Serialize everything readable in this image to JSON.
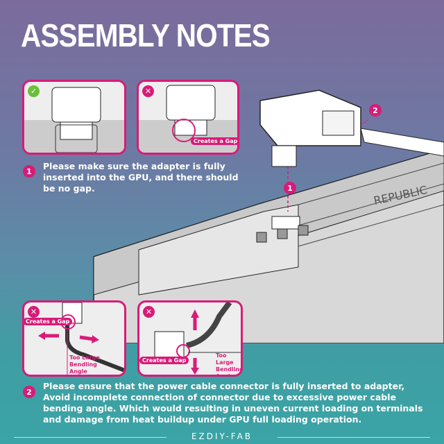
{
  "title": "ASSEMBLY NOTES",
  "panels_top": [
    {
      "status": "correct",
      "icon": "check-icon"
    },
    {
      "status": "incorrect",
      "icon": "x-icon",
      "tag": "Creates a Gap"
    }
  ],
  "step1": {
    "number": "1",
    "text": "Please make sure the adapter is fully inserted into the GPU, and there should be no gap."
  },
  "diagram": {
    "callout1": "1",
    "callout2": "2"
  },
  "panels_bottom": [
    {
      "status": "incorrect",
      "tag": "Creates a Gap",
      "angle_label": "Too Large Bendling Angle"
    },
    {
      "status": "incorrect",
      "tag": "Creates a Gap",
      "angle_label": "Too Large Bendling Angle"
    }
  ],
  "step2": {
    "number": "2",
    "text": "Please ensure that the power cable connector is fully inserted to adapter, Avoid incomplete connection of connector due to excessive power cable bending angle. Which would resulting in uneven current loading on terminals and damage from heat buildup under GPU full loading operation."
  },
  "footer": {
    "brand": "EZDIY-FAB"
  },
  "colors": {
    "accent": "#d81b78",
    "ok": "#6abf3a"
  }
}
